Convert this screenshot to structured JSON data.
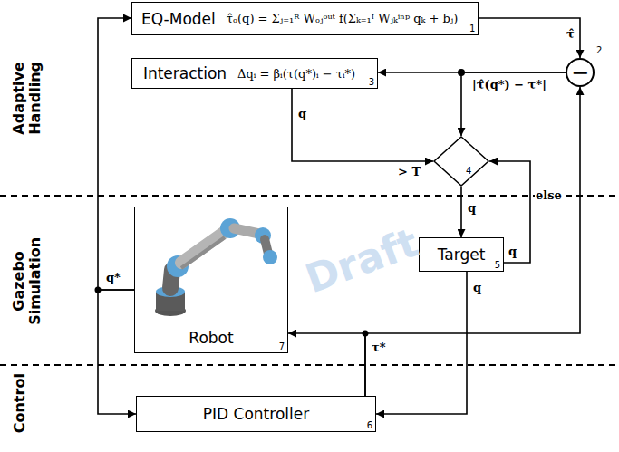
{
  "diagram": {
    "nodes": [
      {
        "text": [
          "EQ-Model",
          "τ̂ₒ(q) = Σⱼ₌₁ᴿ Wₒⱼᵒᵘᵗ f(Σₖ₌₁ᴵ Wⱼₖⁱⁿᵖ qₖ + bⱼ)",
          "1"
        ]
      },
      {
        "text": [
          "−",
          "2"
        ]
      },
      {
        "text": [
          "Interaction",
          "Δqᵢ = βᵢ(τ(q*)ᵢ − τᵢ*)",
          "3"
        ]
      },
      {
        "text": [
          "4"
        ]
      },
      {
        "text": [
          "Target",
          "5"
        ]
      },
      {
        "text": [
          "Robot",
          "7"
        ]
      },
      {
        "text": [
          "PID Controller",
          "6"
        ]
      }
    ],
    "edges": [
      {
        "from": 0,
        "to": 1,
        "arrow": "to",
        "label": "τ̂"
      },
      {
        "from": 1,
        "to": 2,
        "arrow": "to",
        "label": "|τ̂(q*) − τ*|"
      },
      {
        "from": 1,
        "to": 3,
        "arrow": "to"
      },
      {
        "from": 2,
        "to": 3,
        "arrow": "to",
        "label": "q"
      },
      {
        "from": 3,
        "to": 4,
        "arrow": "to",
        "label": "q"
      },
      {
        "from": 4,
        "to": 3,
        "arrow": "to",
        "label": "else"
      },
      {
        "from": 4,
        "to": 6,
        "arrow": "to",
        "label": "q"
      },
      {
        "from": 5,
        "to": 0,
        "arrow": "to",
        "label": "q*"
      },
      {
        "from": 5,
        "to": 6,
        "arrow": "to"
      },
      {
        "from": 6,
        "to": 5,
        "arrow": "to",
        "label": "τ*"
      },
      {
        "from": 6,
        "to": 1,
        "arrow": "to"
      }
    ],
    "labels": [
      "Adaptive Handling",
      "Gazebo Simulation",
      "Control",
      "> T",
      "q",
      "Draft"
    ]
  }
}
